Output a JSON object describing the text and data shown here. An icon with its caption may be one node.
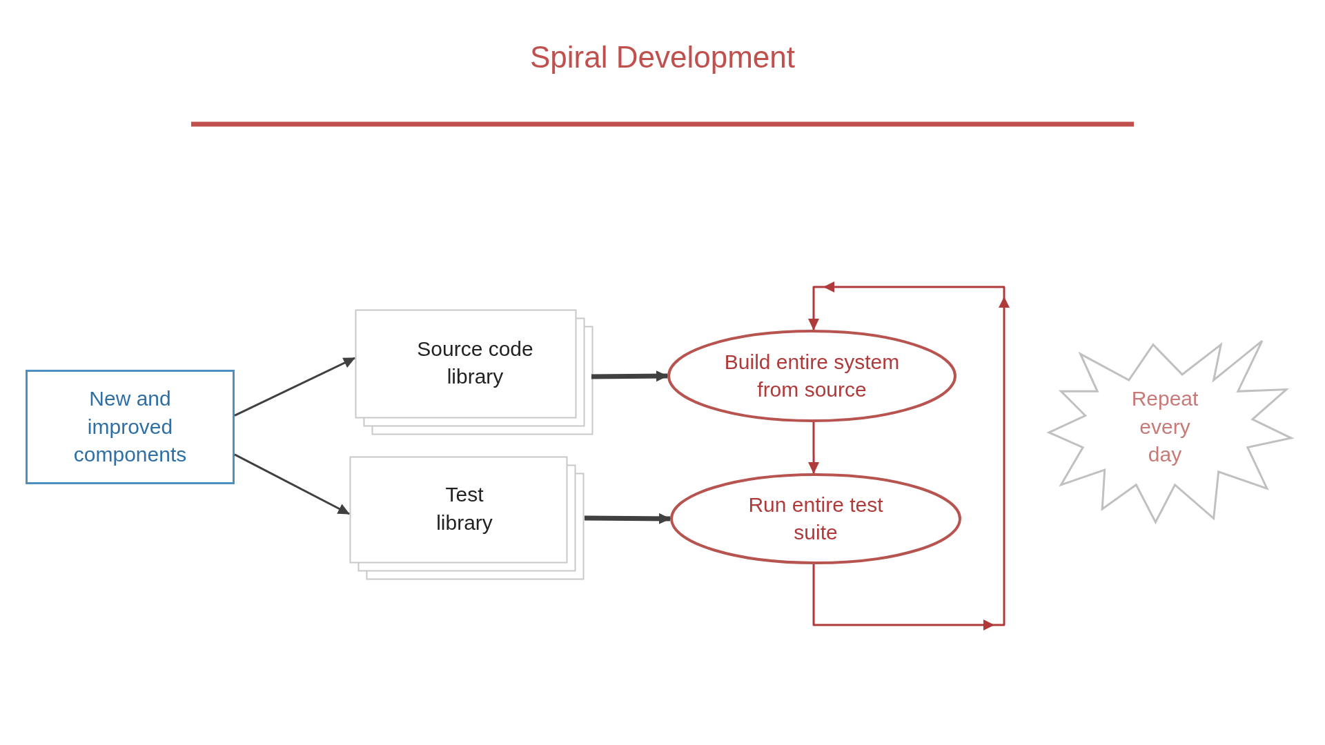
{
  "diagram": {
    "title": "Spiral Development",
    "nodes": [
      {
        "text": [
          "New and improved components"
        ]
      },
      {
        "text": [
          "Source code library"
        ]
      },
      {
        "text": [
          "Test library"
        ]
      },
      {
        "text": [
          "Build entire system from source"
        ]
      },
      {
        "text": [
          "Run entire test suite"
        ]
      },
      {
        "text": [
          "Repeat every day"
        ]
      }
    ],
    "edges": [
      {
        "from": 0,
        "to": 1,
        "arrow": "to"
      },
      {
        "from": 0,
        "to": 2,
        "arrow": "to"
      },
      {
        "from": 1,
        "to": 3,
        "arrow": "to",
        "style": "thick"
      },
      {
        "from": 2,
        "to": 4,
        "arrow": "to",
        "style": "thick"
      },
      {
        "from": 3,
        "to": 4,
        "arrow": "to",
        "color": "#b03a3a"
      },
      {
        "from": 4,
        "to": 3,
        "arrow": "to",
        "color": "#b03a3a"
      }
    ]
  }
}
